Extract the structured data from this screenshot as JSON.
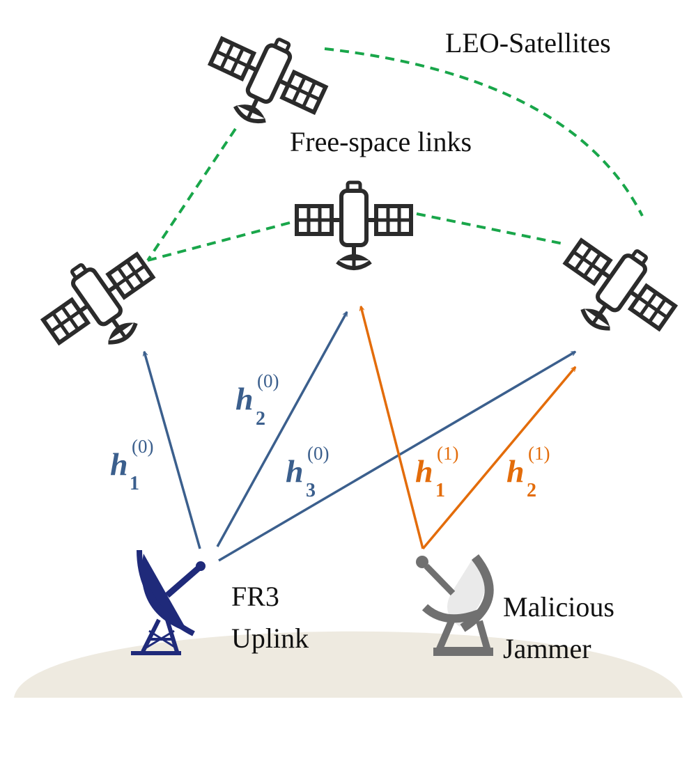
{
  "labels": {
    "leo": "LEO-Satellites",
    "free_space": "Free-space links",
    "uplink_line1": "FR3",
    "uplink_line2": "Uplink",
    "jammer_line1": "Malicious",
    "jammer_line2": "Jammer"
  },
  "channels": {
    "h": "h",
    "blue_sup": "(0)",
    "orange_sup": "(1)",
    "blue_subs": [
      "1",
      "2",
      "3"
    ],
    "orange_subs": [
      "1",
      "2"
    ]
  },
  "colors": {
    "blue": "#3b5f8d",
    "orange": "#e36c0a",
    "green": "#19a64a",
    "satellite": "#2b2b2b",
    "uplink_dish": "#1f2a7a",
    "jammer": "#707070",
    "ground": "#eeeae0"
  },
  "icons": {
    "satellite": "satellite-icon",
    "uplink": "satellite-dish-icon",
    "jammer": "jammer-dish-icon"
  }
}
